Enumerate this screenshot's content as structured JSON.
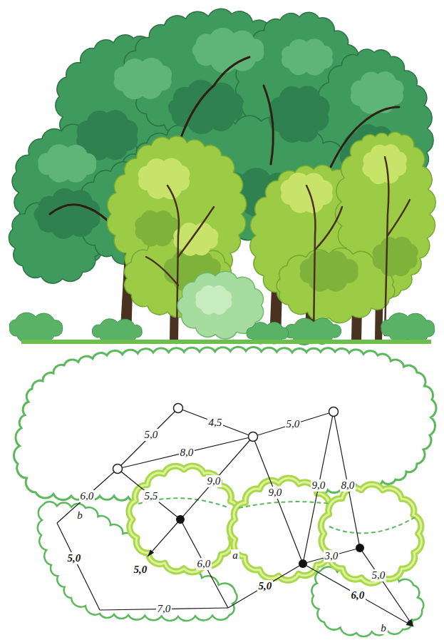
{
  "diagram": {
    "labels": [
      "4,5",
      "5,0",
      "5,0",
      "8,0",
      "9,0",
      "9,0",
      "8,0",
      "5,5",
      "9,0",
      "6,0",
      "b",
      "5,0",
      "a",
      "3,0",
      "5,0",
      "6,0",
      "5,0",
      "5,0",
      "6,0",
      "7,0",
      "b"
    ]
  }
}
